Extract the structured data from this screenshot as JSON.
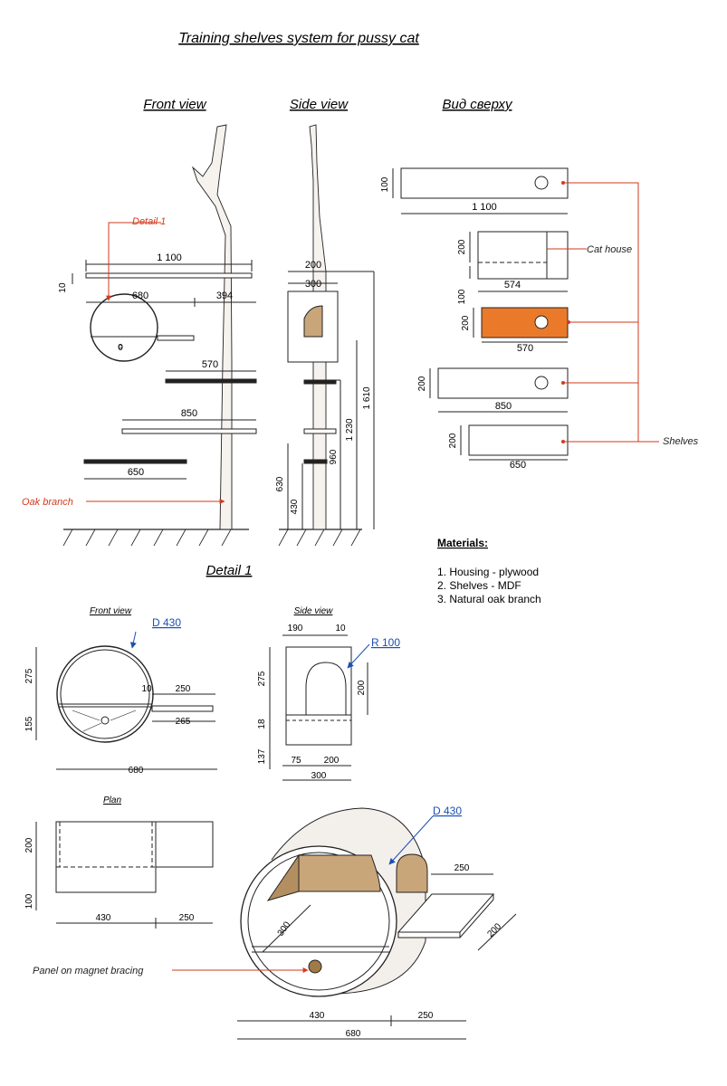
{
  "title": "Training shelves system for pussy cat",
  "views": {
    "front": "Front view",
    "side": "Side view",
    "top": "Вид сверху"
  },
  "detail_title": "Detail 1",
  "detail_views": {
    "front": "Front view",
    "side": "Side view",
    "plan": "Plan"
  },
  "callouts": {
    "detail1": "Detail 1",
    "oak_branch": "Oak branch",
    "cat_house": "Cat house",
    "shelves": "Shelves",
    "panel": "Panel on magnet bracing",
    "d430_a": "D 430",
    "r100": "R 100",
    "d430_b": "D 430"
  },
  "materials": {
    "heading": "Materials:",
    "items": [
      "1. Housing - plywood",
      "2. Shelves - MDF",
      "3. Natural oak branch"
    ]
  },
  "dims": {
    "front": {
      "total": "1 100",
      "thick": "10",
      "left": "680",
      "right": "394",
      "s570": "570",
      "s850": "850",
      "s650": "650",
      "zero": "0"
    },
    "side": {
      "d200": "200",
      "d300": "300",
      "h630": "630",
      "h430": "430",
      "h960": "960",
      "h1230": "1 230",
      "h1610": "1 610"
    },
    "top": {
      "w1100": "1 100",
      "h100": "100",
      "h200a": "200",
      "h100b": "100",
      "w574": "574",
      "h200b": "200",
      "w570": "570",
      "h200c": "200",
      "w850": "850",
      "h200d": "200",
      "w650": "650"
    },
    "detail_front": {
      "h275": "275",
      "h155": "155",
      "t10": "10",
      "w250": "250",
      "w265": "265",
      "w680": "680"
    },
    "detail_side": {
      "w190": "190",
      "t10": "10",
      "h275": "275",
      "h18": "18",
      "h137": "137",
      "h200": "200",
      "w75": "75",
      "w200": "200",
      "w300": "300"
    },
    "plan": {
      "h200": "200",
      "h100": "100",
      "w430": "430",
      "w250": "250"
    },
    "iso": {
      "w430": "430",
      "w250": "250",
      "w680": "680",
      "w250b": "250",
      "d200": "200",
      "d300": "300"
    }
  },
  "colors": {
    "accent_orange": "#ea7a2a",
    "callout_red": "#d23a1e",
    "callout_blue": "#1a4fb5",
    "wood_fill": "#c9a57a"
  }
}
